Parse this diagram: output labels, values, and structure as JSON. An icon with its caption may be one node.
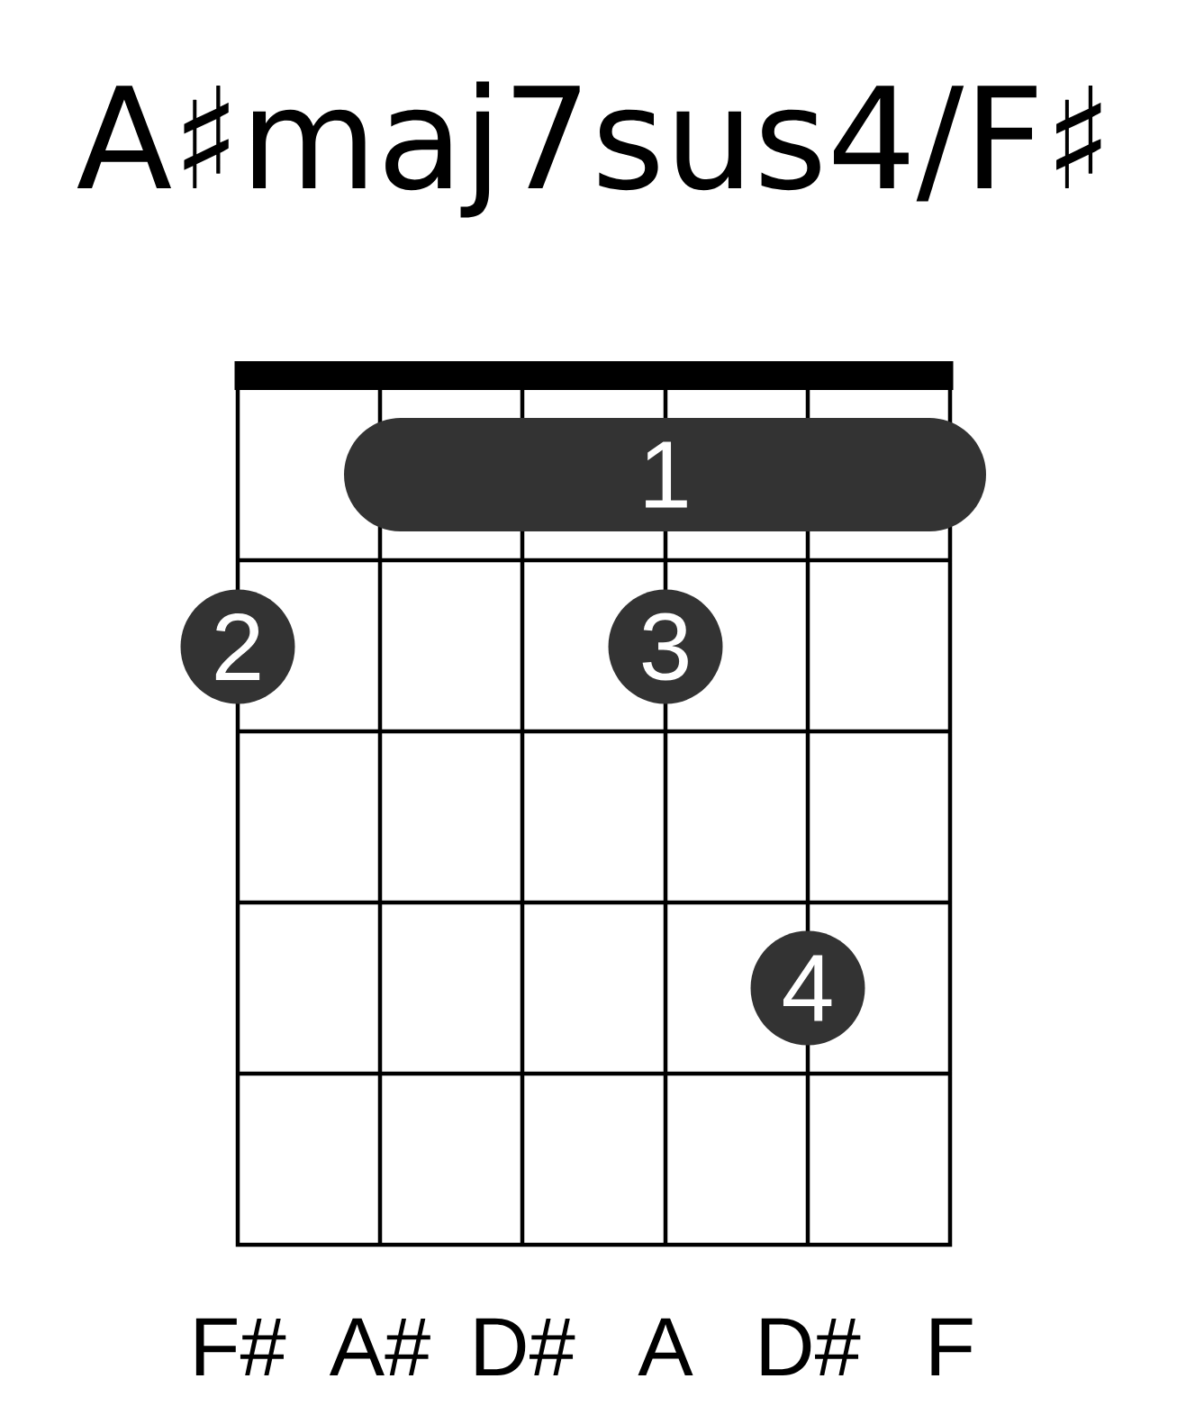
{
  "diagram": {
    "title": "A♯maj7sus4/F♯",
    "nodes": [
      {
        "text": [
          "1"
        ]
      },
      {
        "text": [
          "2"
        ]
      },
      {
        "text": [
          "3"
        ]
      },
      {
        "text": [
          "4"
        ]
      }
    ],
    "labels": [
      "F#",
      "A#",
      "D#",
      "A",
      "D#",
      "F"
    ]
  }
}
